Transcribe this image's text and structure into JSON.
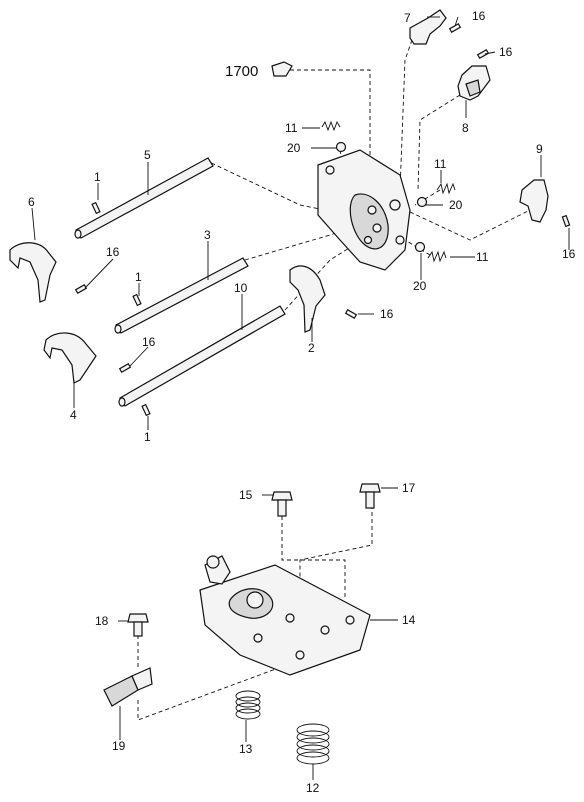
{
  "diagram": {
    "type": "exploded-parts-diagram",
    "callouts": {
      "c1a": "1",
      "c1b": "1",
      "c1c": "1",
      "c2": "2",
      "c3": "3",
      "c4": "4",
      "c5": "5",
      "c6": "6",
      "c7": "7",
      "c8": "8",
      "c9": "9",
      "c10": "10",
      "c11a": "11",
      "c11b": "11",
      "c11c": "11",
      "c12": "12",
      "c13": "13",
      "c14": "14",
      "c15": "15",
      "c16a": "16",
      "c16b": "16",
      "c16c": "16",
      "c16d": "16",
      "c16e": "16",
      "c16f": "16",
      "c17": "17",
      "c18": "18",
      "c19": "19",
      "c20a": "20",
      "c20b": "20",
      "c20c": "20",
      "c1700": "1700"
    }
  }
}
